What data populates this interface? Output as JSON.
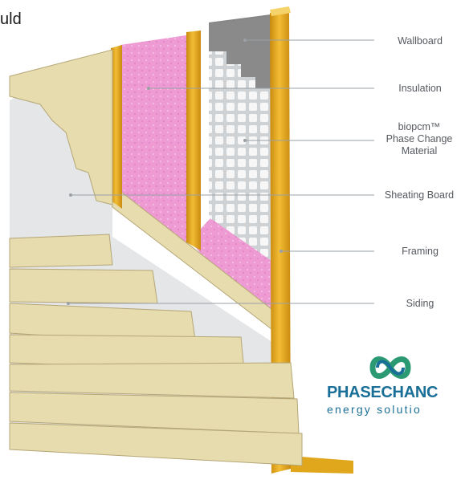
{
  "corner_text": "uld",
  "labels": {
    "wallboard": "Wallboard",
    "insulation": "Insulation",
    "pcm_line1": "biopcm™",
    "pcm_line2": "Phase Change",
    "pcm_line3": "Material",
    "sheathing": "Sheating Board",
    "framing": "Framing",
    "siding": "Siding"
  },
  "logo": {
    "wordmark": "PHASECHANC",
    "tagline": "energy solutio"
  },
  "colors": {
    "siding": "#e6dcae",
    "siding_edge": "#b5a676",
    "sheathing": "#e4e6e8",
    "insulation": "#ee9ad3",
    "framing": "#e0a61c",
    "wallboard": "#868686",
    "pcm_grid": "#f4f4f4",
    "logo_blue": "#1a6f98",
    "logo_green": "#2b9a72"
  }
}
